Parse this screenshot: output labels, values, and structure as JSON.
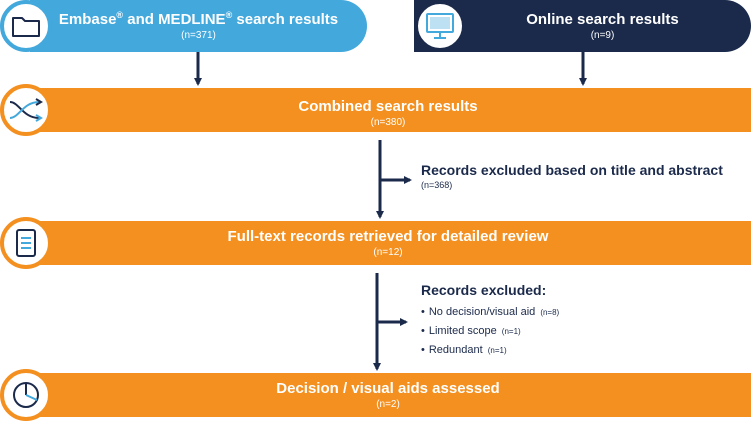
{
  "sources": {
    "embase": {
      "title_part1": "Embase",
      "title_reg": "®",
      "title_part2": " and MEDLINE",
      "title_reg2": "®",
      "title_part3": " search results",
      "count": "(n=371)",
      "icon": "folder-icon",
      "color": "#43a8dc"
    },
    "online": {
      "title": "Online search results",
      "count": "(n=9)",
      "icon": "monitor-icon",
      "color": "#1b2a4b"
    }
  },
  "combined": {
    "title": "Combined search results",
    "count": "(n=380)",
    "icon": "merge-arrows-icon"
  },
  "exclusion1": {
    "title": "Records excluded based on title and abstract",
    "count": "(n=368)"
  },
  "fulltext": {
    "title": "Full-text records retrieved for detailed review",
    "count": "(n=12)",
    "icon": "document-icon"
  },
  "exclusion2": {
    "title": "Records excluded:",
    "items": [
      {
        "label": "No decision/visual aid",
        "count": "(n=8)"
      },
      {
        "label": "Limited scope",
        "count": "(n=1)"
      },
      {
        "label": "Redundant",
        "count": "(n=1)"
      }
    ]
  },
  "assessed": {
    "title": "Decision / visual aids assessed",
    "count": "(n=2)",
    "icon": "pie-chart-icon"
  },
  "colors": {
    "orange": "#f4901f",
    "light_blue": "#43a8dc",
    "navy": "#1b2a4b"
  }
}
